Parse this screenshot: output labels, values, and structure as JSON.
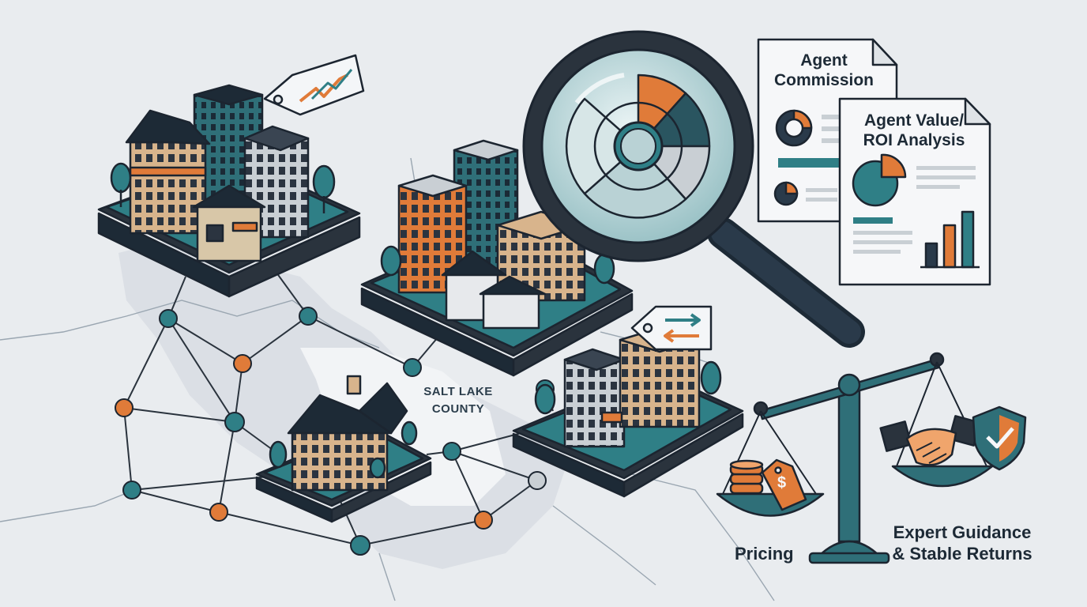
{
  "map_label": {
    "line1": "SALT LAKE",
    "line2": "COUNTY"
  },
  "documents": [
    {
      "title_line1": "Agent",
      "title_line2": "Commission"
    },
    {
      "title_line1": "Agent Value/",
      "title_line2": "ROI Analysis"
    }
  ],
  "scale": {
    "left_label": "Pricing",
    "right_label_line1": "Expert Guidance",
    "right_label_line2": "& Stable Returns",
    "price_tag_symbol": "$"
  },
  "colors": {
    "background": "#e9ecef",
    "navy": "#1d2a36",
    "teal": "#2f7f86",
    "orange": "#e07b39",
    "outline": "#1c2530"
  },
  "icons": [
    "trend-up-tag-icon",
    "magnifier-icon",
    "exchange-arrows-tag-icon",
    "handshake-icon",
    "shield-check-icon",
    "coin-stack-icon",
    "price-tag-icon",
    "pie-chart-icon",
    "donut-chart-icon",
    "bar-chart-icon"
  ]
}
